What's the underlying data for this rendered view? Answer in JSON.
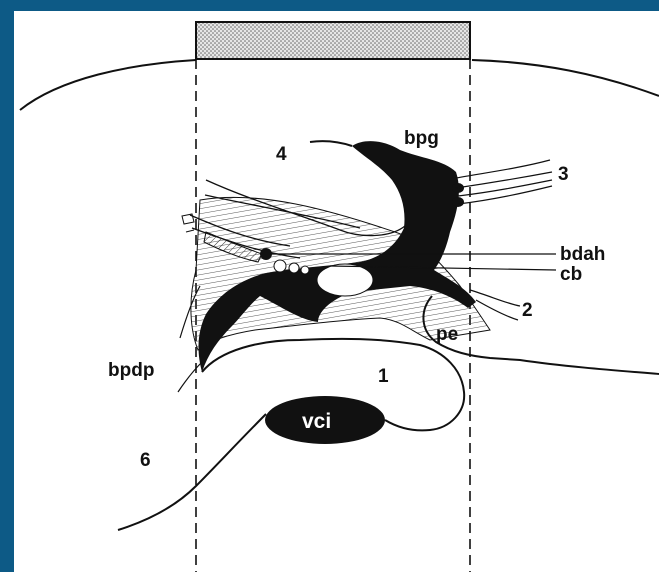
{
  "colors": {
    "frame_blue": "#0d5a86",
    "paper": "#ffffff",
    "ink": "#111111",
    "stipple": "#d8d8d8"
  },
  "labels": {
    "n1": "1",
    "n2": "2",
    "n3": "3",
    "n4": "4",
    "n6": "6",
    "bpg": "bpg",
    "bdah": "bdah",
    "cb": "cb",
    "pe": "pe",
    "bpdp": "bpdp",
    "vci": "vci"
  }
}
